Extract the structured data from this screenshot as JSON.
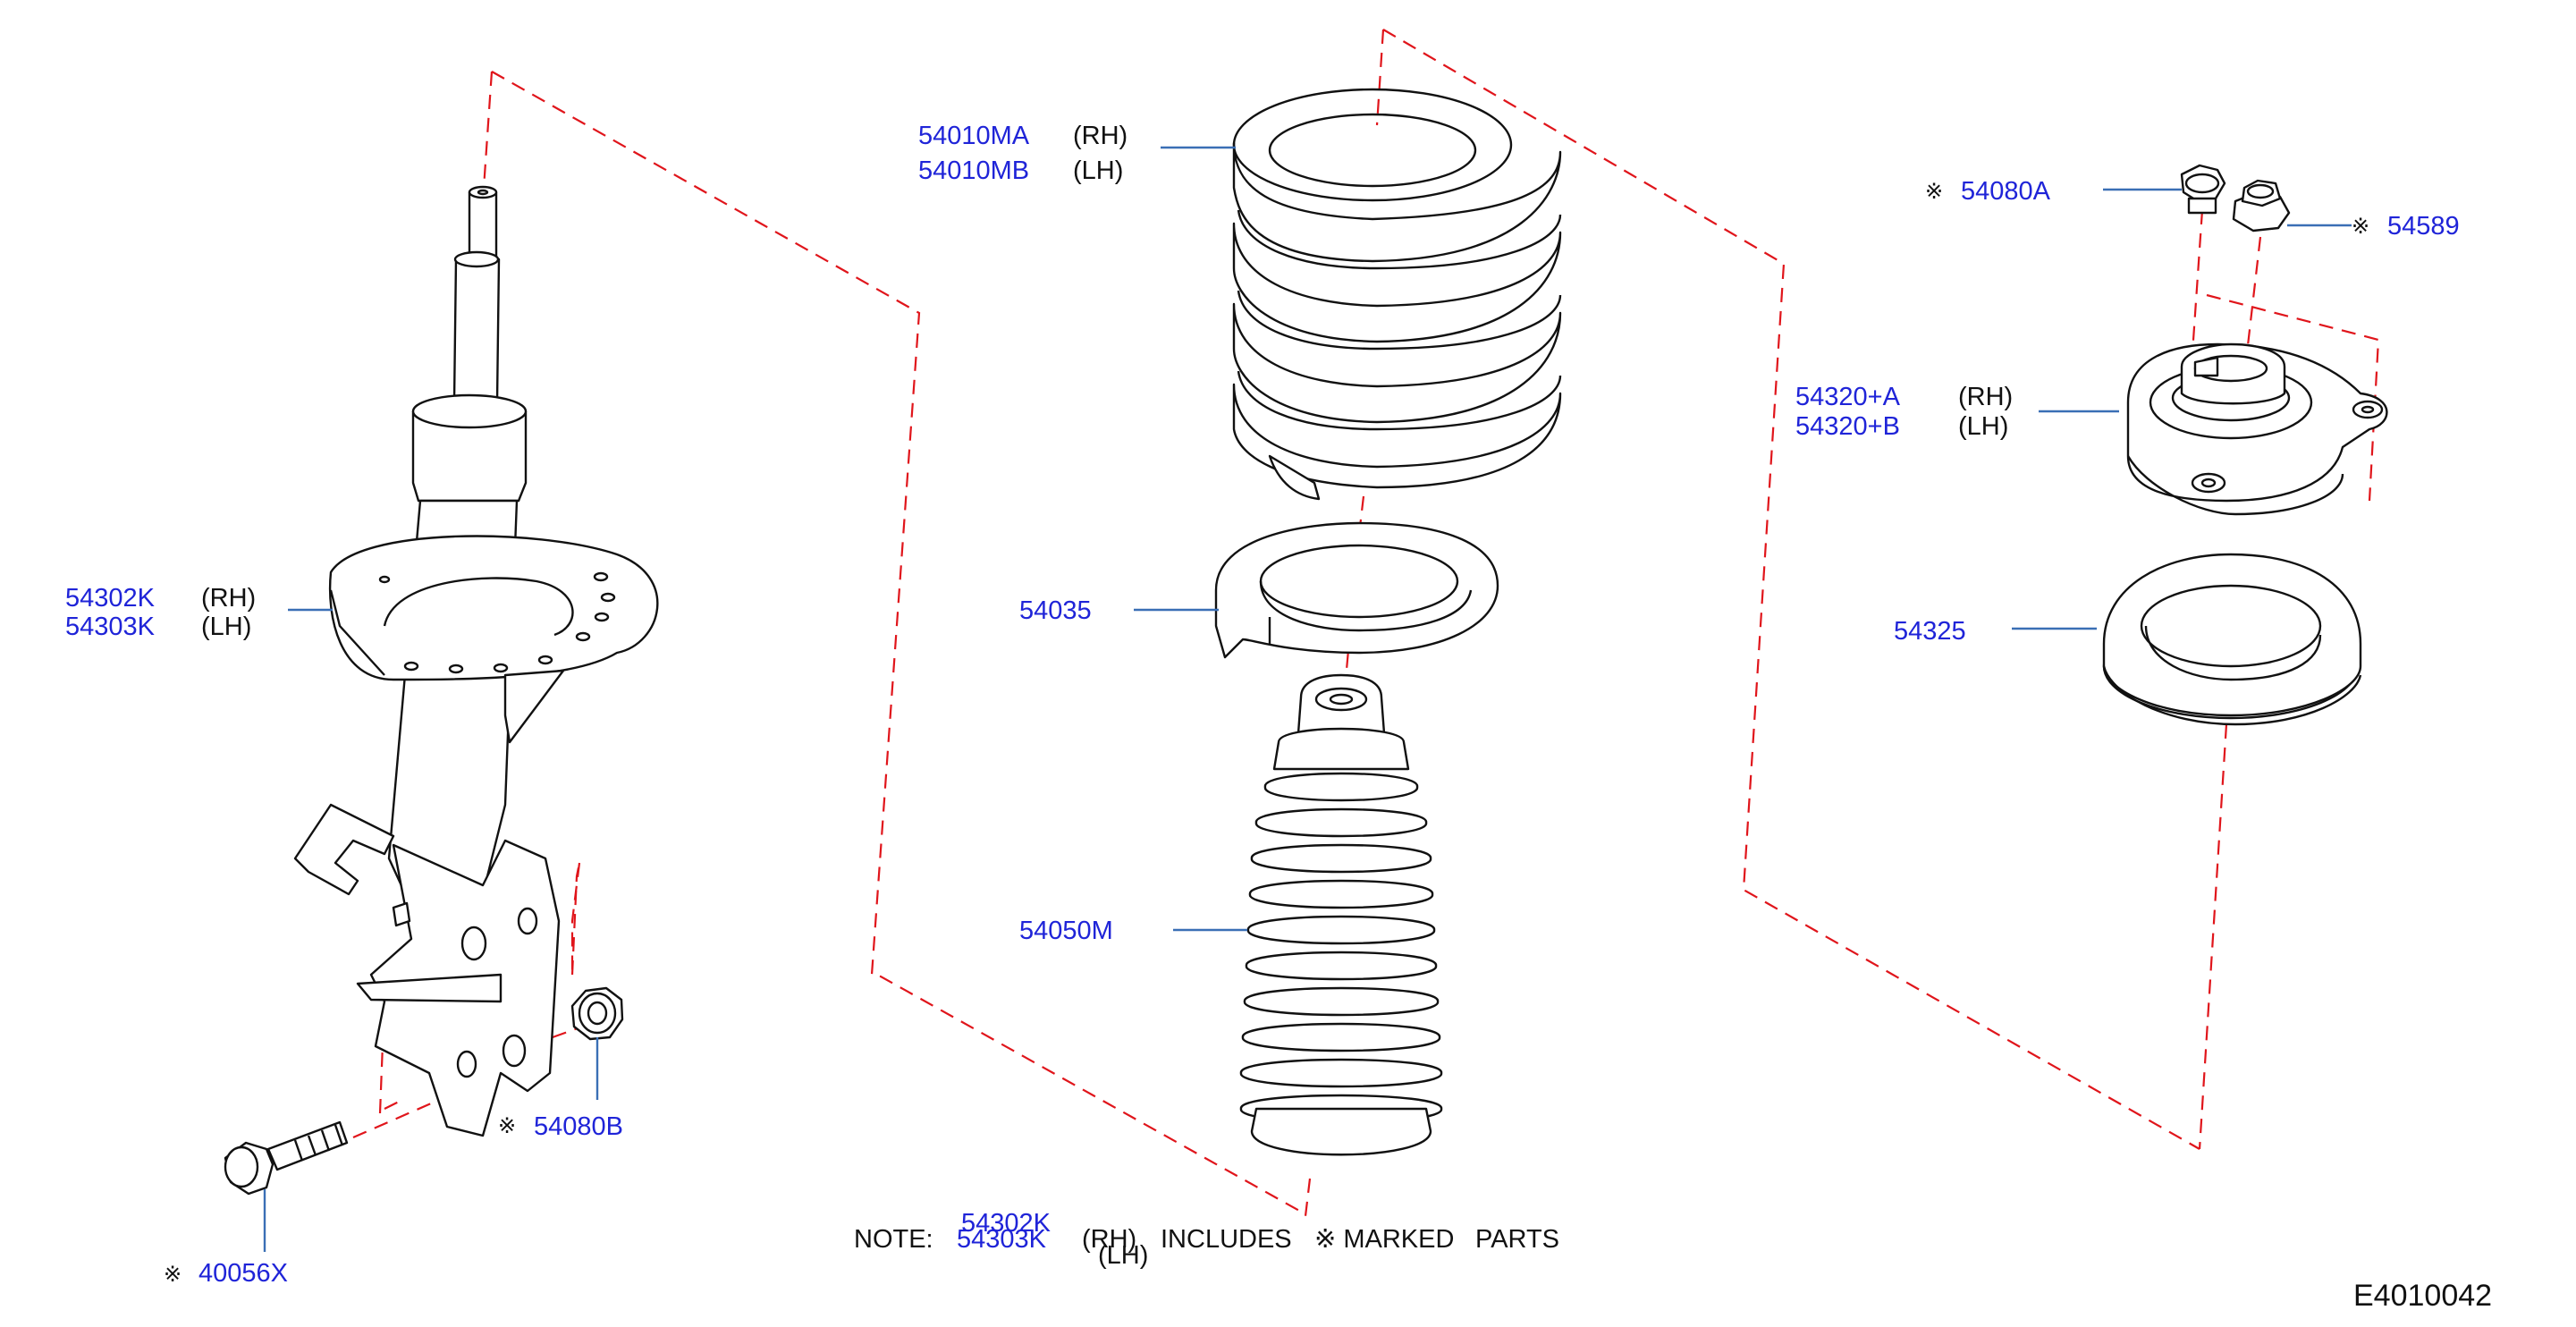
{
  "labels": {
    "coil_spring_rh": "54010MA",
    "coil_spring_rh_side": "(RH)",
    "coil_spring_lh": "54010MB",
    "coil_spring_lh_side": "(LH)",
    "strut_rh": "54302K",
    "strut_rh_side": "(RH)",
    "strut_lh": "54303K",
    "strut_lh_side": "(LH)",
    "spring_seat": "54035",
    "bound_bumper": "54050M",
    "nut_strut_lower": "54080B",
    "bolt": "40056X",
    "nut_mount_top": "54080A",
    "nut_mount_side": "54589",
    "mount_rh": "54320+A",
    "mount_rh_side": "(RH)",
    "mount_lh": "54320+B",
    "mount_lh_side": "(LH)",
    "bearing": "54325"
  },
  "marker_symbol": "※",
  "note": {
    "prefix": "NOTE:",
    "part_rh": "54302K",
    "part_lh": "54303K",
    "side_rh": "(RH)",
    "side_lh": "(LH)",
    "includes": "INCLUDES",
    "marked": "※ MARKED",
    "parts": "PARTS"
  },
  "figure_code": "E4010042",
  "colors": {
    "part_number": "#1f24d8",
    "leader_line": "#3a6fb5",
    "assembly_dash": "#e0151b",
    "outline": "#111111"
  }
}
